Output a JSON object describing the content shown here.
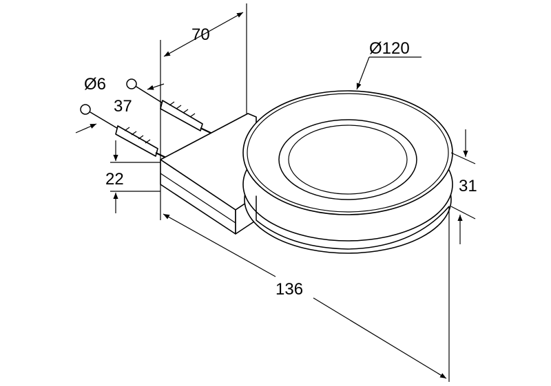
{
  "dimensions": {
    "width_70": "70",
    "diameter_120": "Ø120",
    "screw_diameter": "Ø6",
    "offset_37": "37",
    "height_22": "22",
    "length_136": "136",
    "depth_31": "31"
  }
}
